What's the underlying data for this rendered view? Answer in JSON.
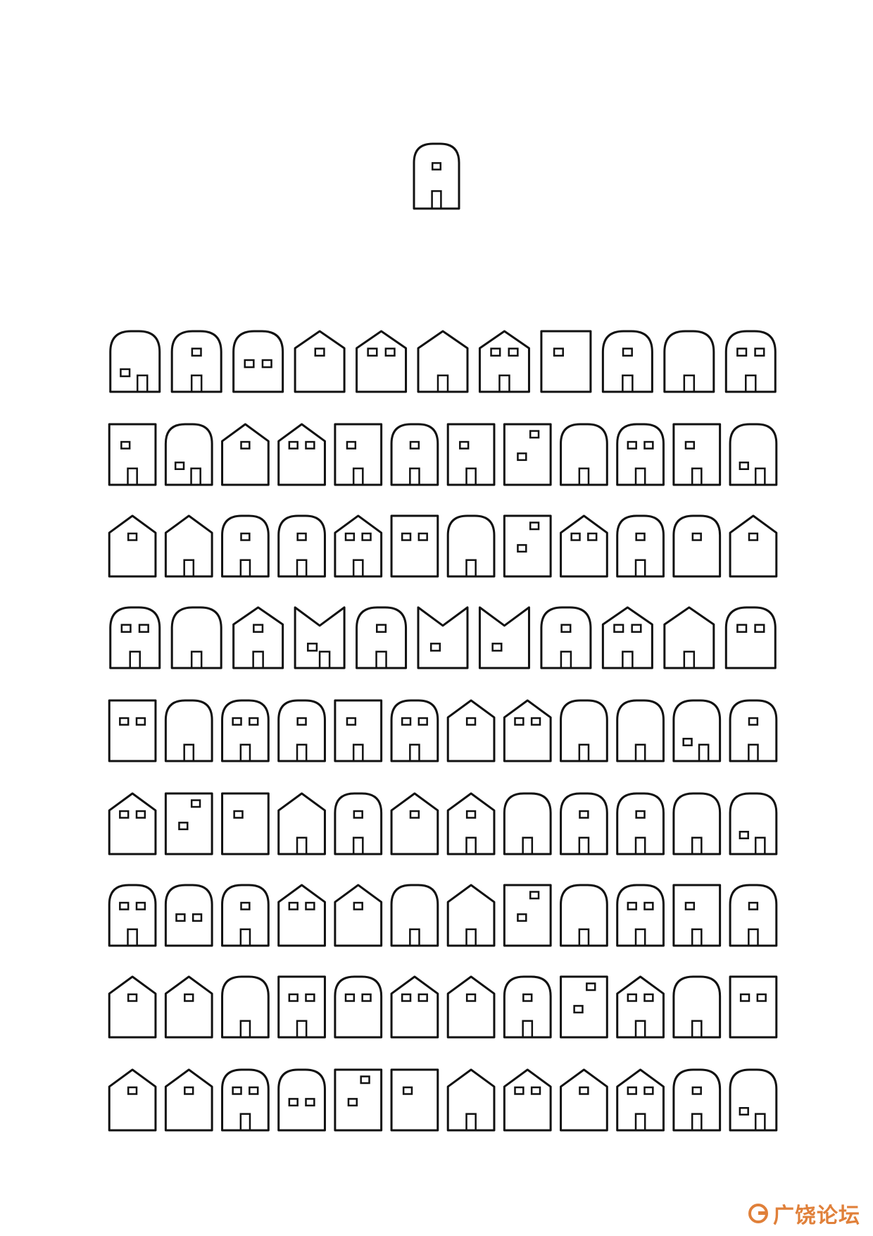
{
  "worksheet": {
    "title": "",
    "target_house": "arch_door_window",
    "house_types": [
      "arch_door_window",
      "gable_door_window",
      "arch_two_windows",
      "gable_door_two_windows",
      "square_door_window",
      "notched"
    ],
    "rows": [
      [
        "arch_win_door_off",
        "arch_door_window",
        "arch_two_windows_low",
        "gable_window",
        "gable_two_windows",
        "gable_door",
        "gable_two_windows_door",
        "square_window",
        "arch_door_window",
        "arch_door",
        "arch_two_windows_door"
      ],
      [
        "square_window_door",
        "arch_win_door_off",
        "gable_window",
        "gable_two_windows",
        "square_window_door2",
        "arch_door_window",
        "square_window_door2",
        "square_two_offset",
        "arch_door",
        "arch_two_windows_door",
        "square_window_door",
        "arch_win_door_off"
      ],
      [
        "gable_window",
        "gable_door",
        "arch_door_window",
        "arch_door_window",
        "gable_two_windows_door",
        "square_two_windows",
        "arch_door",
        "square_two_offset",
        "gable_two_windows",
        "arch_door_window",
        "arch_window",
        "gable_window"
      ],
      [
        "arch_two_windows_door",
        "arch_door",
        "gable_door_window",
        "notched_window_door",
        "arch_door_window",
        "notched_window",
        "notched_window",
        "arch_door_window",
        "gable_two_windows_door",
        "gable_door",
        "arch_two_windows"
      ],
      [
        "square_two_windows",
        "arch_door",
        "arch_two_windows_door",
        "arch_door_window",
        "square_window_door",
        "arch_two_windows_door",
        "gable_window",
        "gable_two_windows",
        "arch_door",
        "arch_door",
        "arch_win_door_off",
        "arch_door_window"
      ],
      [
        "gable_two_windows",
        "square_two_offset",
        "square_window",
        "gable_door",
        "arch_door_window",
        "gable_window",
        "gable_door_window",
        "arch_door",
        "arch_door_window",
        "arch_door_window",
        "arch_door",
        "arch_win_door_off"
      ],
      [
        "arch_two_windows_door",
        "arch_two_windows_low",
        "arch_door_window",
        "gable_two_windows",
        "gable_window",
        "arch_door",
        "gable_door",
        "square_two_offset",
        "arch_door",
        "arch_two_windows_door",
        "square_window_door",
        "arch_door_window"
      ],
      [
        "gable_window",
        "gable_window",
        "arch_door",
        "square_two_windows_door",
        "arch_two_windows",
        "gable_two_windows",
        "gable_window",
        "arch_door_window",
        "square_two_offset",
        "gable_two_windows_door",
        "arch_door",
        "square_two_windows"
      ],
      [
        "gable_window",
        "gable_window",
        "arch_two_windows_door",
        "arch_two_windows_low",
        "square_two_offset",
        "square_window",
        "gable_door",
        "gable_two_windows",
        "gable_window",
        "gable_two_windows_door",
        "arch_door_window",
        "arch_win_door_off"
      ]
    ]
  },
  "watermark": {
    "text": "广饶论坛",
    "logo_color": "#e0803a"
  }
}
